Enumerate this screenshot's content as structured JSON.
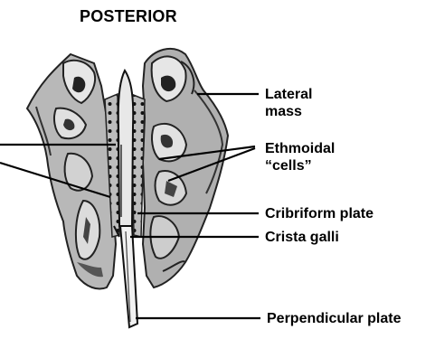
{
  "diagram": {
    "title": "POSTERIOR",
    "labels": {
      "lateral_mass_line1": "Lateral",
      "lateral_mass_line2": "mass",
      "ethmoidal_cells_line1": "Ethmoidal",
      "ethmoidal_cells_line2": "“cells”",
      "cribriform_plate": "Cribriform plate",
      "crista_galli": "Crista galli",
      "perpendicular_plate": "Perpendicular plate"
    },
    "colors": {
      "ink": "#000000",
      "bone_dark": "#3a3a3a",
      "bone_mid": "#8c8c8c",
      "bone_light": "#d8d8d8",
      "background": "#ffffff"
    }
  }
}
